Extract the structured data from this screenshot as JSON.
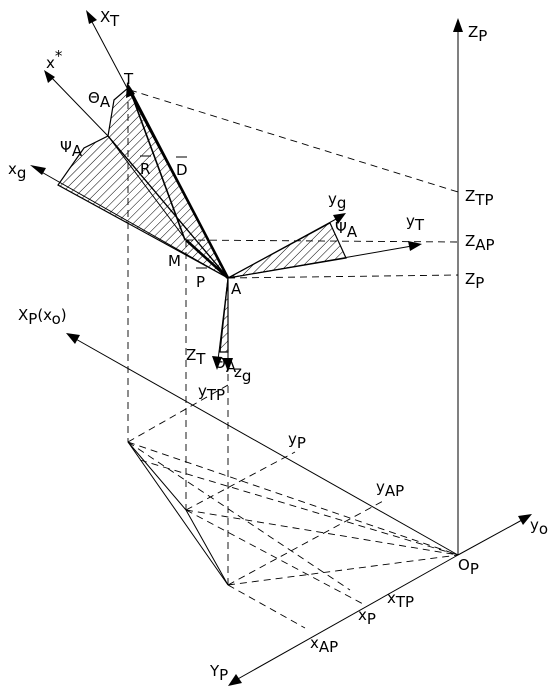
{
  "labels": {
    "XT": "X",
    "XT_sub": "T",
    "ZP": "Z",
    "ZP_sub": "P",
    "xstar": "x",
    "xstar_sup": "*",
    "T": "T",
    "thetaA_top": "Θ",
    "thetaA_top_sub": "A",
    "psiA_left": "Ψ",
    "psiA_left_sub": "A",
    "xg": "x",
    "xg_sub": "g",
    "R": "R",
    "D": "D",
    "yg": "y",
    "yg_sub": "g",
    "psiA_right": "Ψ",
    "psiA_right_sub": "A",
    "yT": "y",
    "yT_sub": "T",
    "ZTP": "Z",
    "ZTP_sub": "TP",
    "ZAP": "Z",
    "ZAP_sub": "AP",
    "ZPr": "Z",
    "ZPr_sub": "P",
    "M": "M",
    "P": "P",
    "A": "A",
    "XP": "X",
    "XP_sub": "P",
    "XP_paren": "(x",
    "XP_paren_sub": "o",
    "XP_close": ")",
    "ZT": "Z",
    "ZT_sub": "T",
    "thetaA_bot": "Θ",
    "thetaA_bot_sub": "A",
    "zg": "z",
    "zg_sub": "g",
    "yTP": "y",
    "yTP_sub": "TP",
    "yP": "y",
    "yP_sub": "P",
    "yAP": "y",
    "yAP_sub": "AP",
    "yo": "y",
    "yo_sub": "o",
    "OP": "O",
    "OP_sub": "P",
    "xTP": "x",
    "xTP_sub": "TP",
    "xP": "x",
    "xP_sub": "P",
    "xAP": "x",
    "xAP_sub": "AP",
    "YP": "Y",
    "YP_sub": "P"
  }
}
